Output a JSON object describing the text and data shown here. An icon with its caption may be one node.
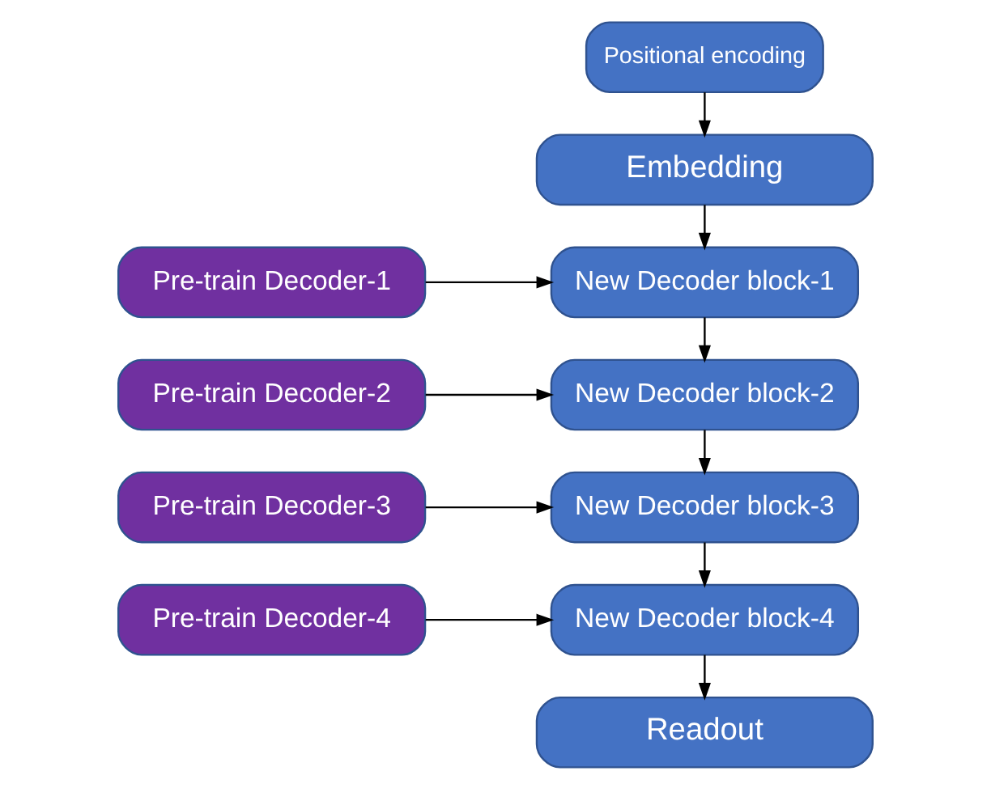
{
  "diagram": {
    "nodes": [
      {
        "text": [
          "Positional encoding"
        ]
      },
      {
        "text": [
          "Embedding"
        ]
      },
      {
        "text": [
          "New Decoder block-1"
        ]
      },
      {
        "text": [
          "New Decoder block-2"
        ]
      },
      {
        "text": [
          "New Decoder block-3"
        ]
      },
      {
        "text": [
          "New Decoder block-4"
        ]
      },
      {
        "text": [
          "Pre-train Decoder-1"
        ]
      },
      {
        "text": [
          "Pre-train Decoder-2"
        ]
      },
      {
        "text": [
          "Pre-train Decoder-3"
        ]
      },
      {
        "text": [
          "Pre-train Decoder-4"
        ]
      },
      {
        "text": [
          "Readout"
        ]
      }
    ],
    "edges": [
      {
        "from": 0,
        "to": 1,
        "arrow": "to"
      },
      {
        "from": 1,
        "to": 2,
        "arrow": "to"
      },
      {
        "from": 2,
        "to": 3,
        "arrow": "to"
      },
      {
        "from": 3,
        "to": 4,
        "arrow": "to"
      },
      {
        "from": 4,
        "to": 5,
        "arrow": "to"
      },
      {
        "from": 5,
        "to": 10,
        "arrow": "to"
      },
      {
        "from": 6,
        "to": 2,
        "arrow": "to"
      },
      {
        "from": 7,
        "to": 3,
        "arrow": "to"
      },
      {
        "from": 8,
        "to": 4,
        "arrow": "to"
      },
      {
        "from": 9,
        "to": 5,
        "arrow": "to"
      }
    ]
  }
}
